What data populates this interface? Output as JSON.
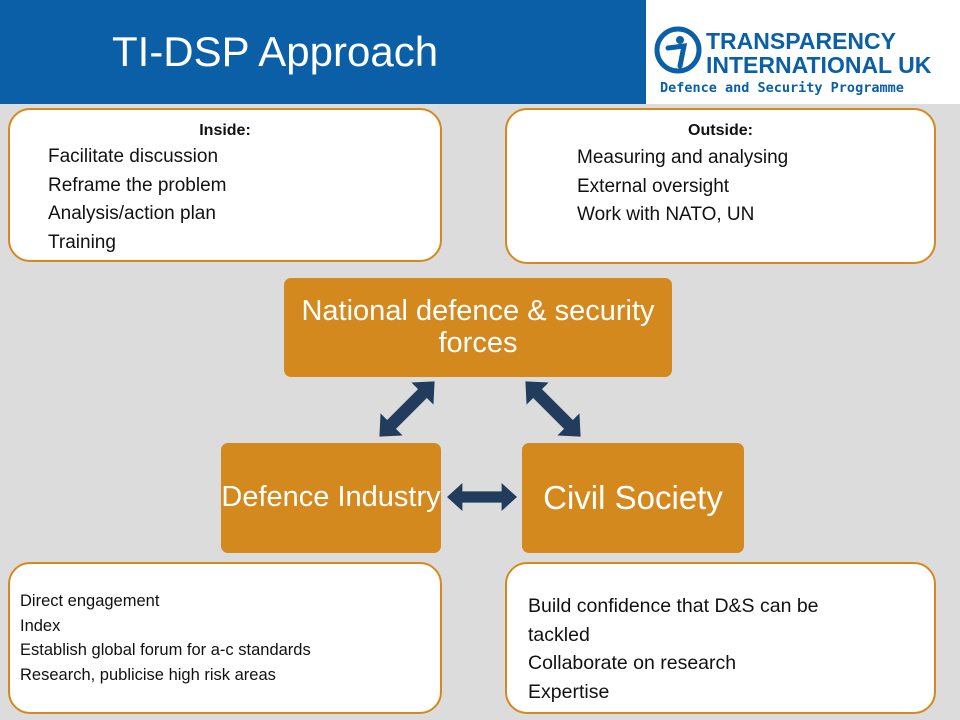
{
  "header": {
    "title": "TI-DSP Approach",
    "logo": {
      "line1": "TRANSPARENCY",
      "line2": "INTERNATIONAL UK",
      "line3": "Defence and Security Programme"
    }
  },
  "boxes": {
    "inside": {
      "heading": "Inside:",
      "lines": [
        "Facilitate discussion",
        "Reframe the problem",
        "Analysis/action plan",
        "Training"
      ]
    },
    "outside": {
      "heading": "Outside:",
      "lines": [
        "Measuring and analysing",
        "External oversight",
        "Work with NATO, UN"
      ]
    },
    "industry": {
      "lines": [
        "Direct engagement",
        "Index",
        "Establish global forum for a-c standards",
        "Research, publicise high risk areas"
      ]
    },
    "civil": {
      "lines": [
        "Build confidence that D&S can be",
        "tackled",
        "Collaborate on research",
        "Expertise"
      ]
    }
  },
  "nodes": {
    "national": "National defence & security forces",
    "industry": "Defence Industry",
    "civil": "Civil Society"
  },
  "colors": {
    "header_blue": "#0a5fa6",
    "node_orange": "#d4891f",
    "arrow_navy": "#223c5e",
    "background": "#dcdcdc"
  }
}
